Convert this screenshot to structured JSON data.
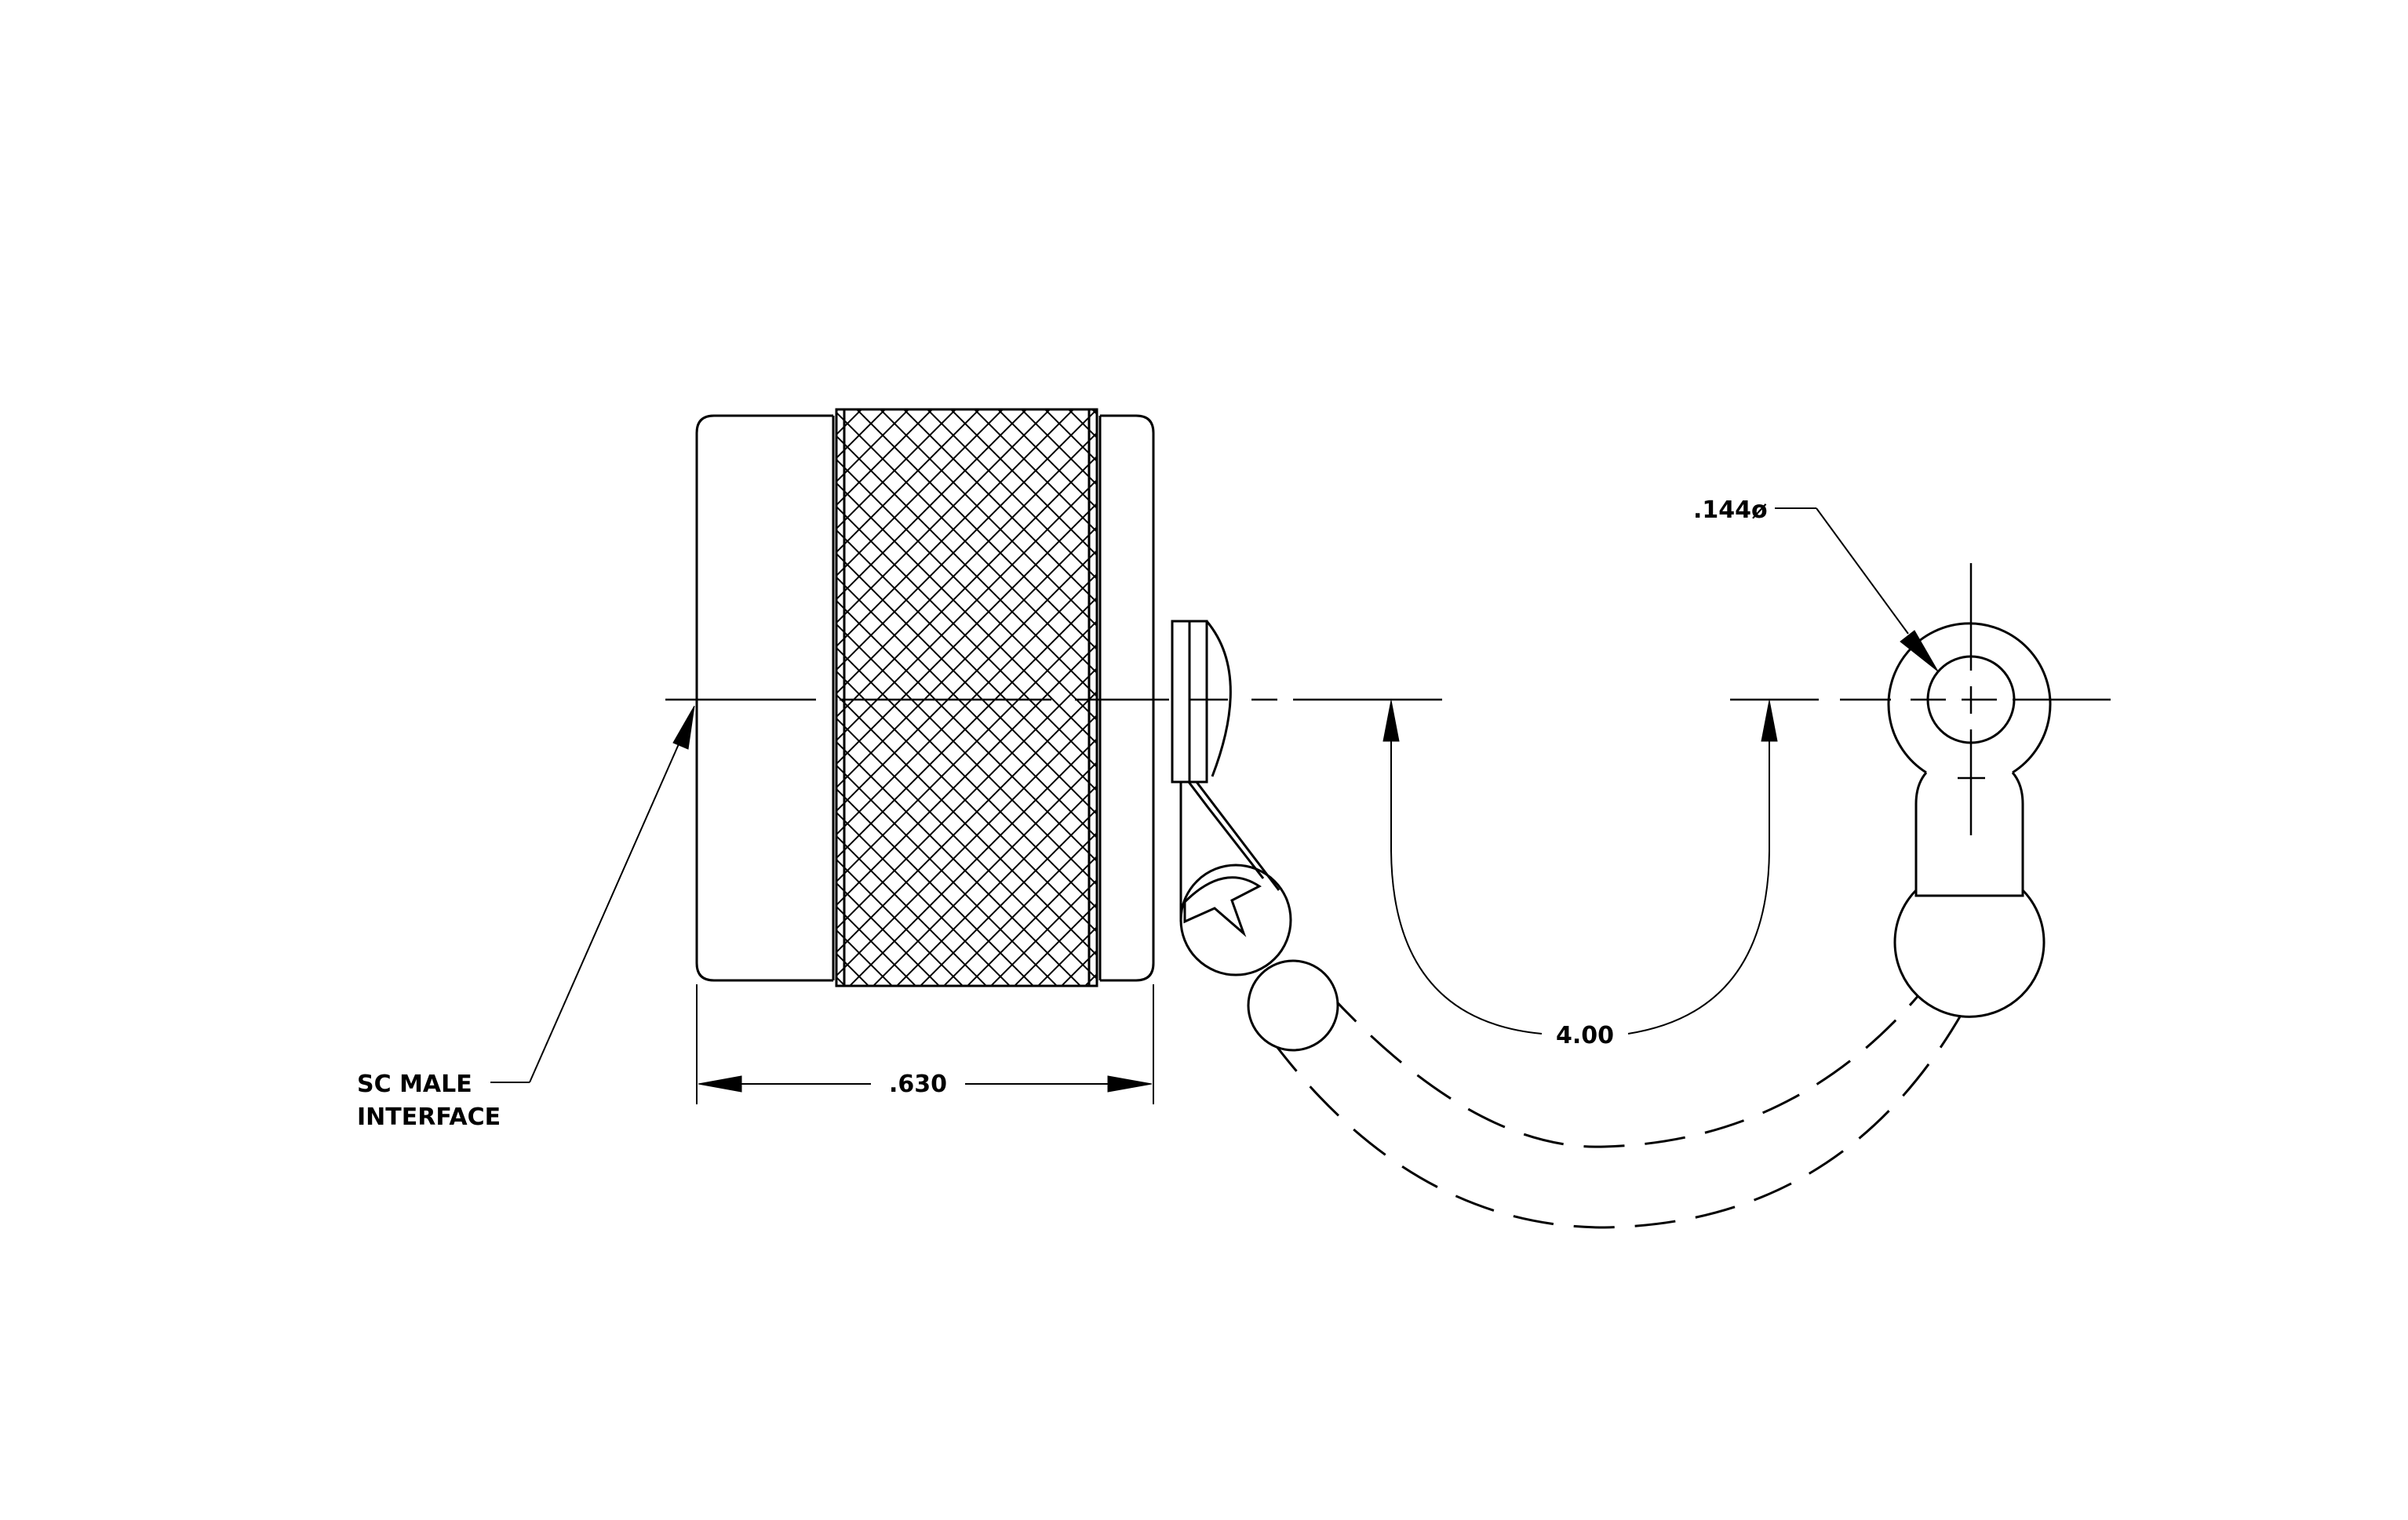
{
  "drawing": {
    "labels": {
      "interface_line1": "SC MALE",
      "interface_line2": "INTERFACE",
      "length_dim": ".630",
      "hole_dim": ".144ø",
      "chain_dim": "4.00"
    }
  }
}
